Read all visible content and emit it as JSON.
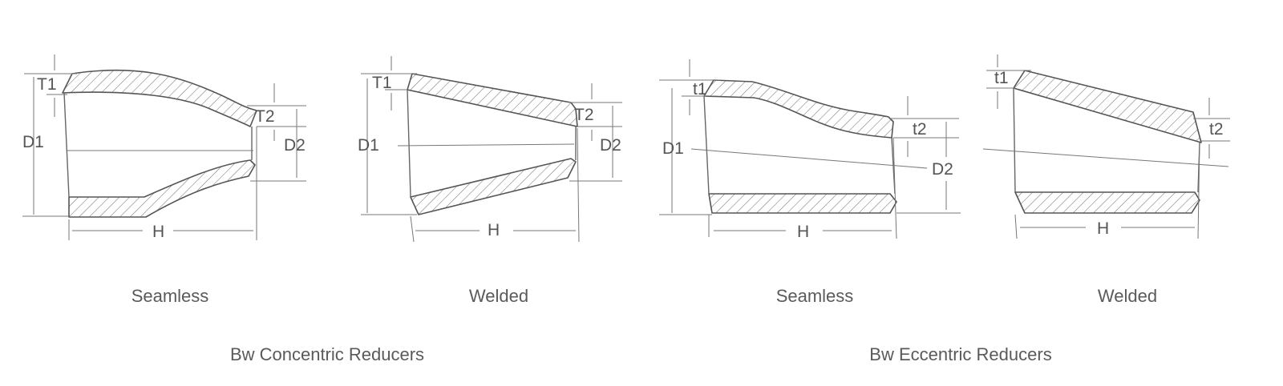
{
  "figures": [
    {
      "caption": "Seamless",
      "labels": {
        "t1": "T1",
        "t2": "T2",
        "d1": "D1",
        "d2": "D2",
        "h": "H"
      }
    },
    {
      "caption": "Welded",
      "labels": {
        "t1": "T1",
        "t2": "T2",
        "d1": "D1",
        "d2": "D2",
        "h": "H"
      }
    },
    {
      "caption": "Seamless",
      "labels": {
        "t1": "t1",
        "t2": "t2",
        "d1": "D1",
        "d2": "D2",
        "h": "H"
      }
    },
    {
      "caption": "Welded",
      "labels": {
        "t1": "t1",
        "t2": "t2",
        "h": "H"
      }
    }
  ],
  "groups": [
    {
      "caption": "Bw Concentric Reducers"
    },
    {
      "caption": "Bw Eccentric Reducers"
    }
  ]
}
